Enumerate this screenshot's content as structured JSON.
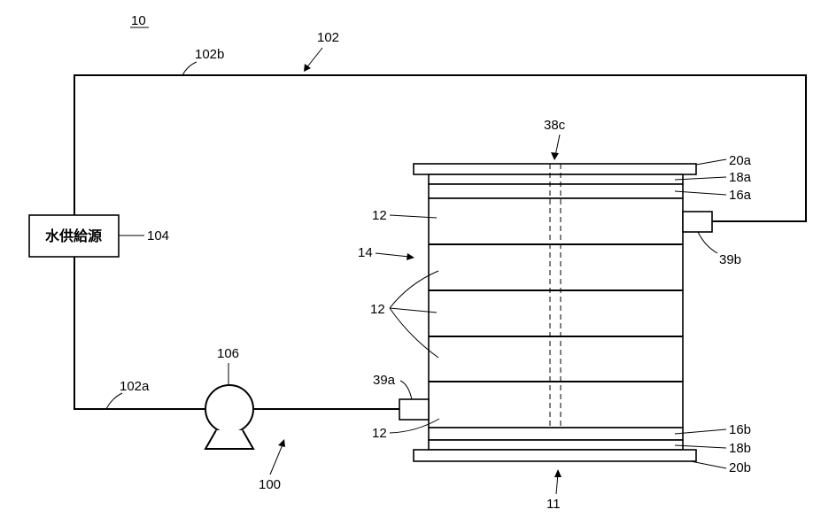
{
  "labels": {
    "system": "10",
    "outer_pipe": "102",
    "pipe_upper": "102b",
    "pipe_lower": "102a",
    "water_source_ref": "104",
    "water_source_text": "水供給源",
    "pump": "106",
    "pump_unit": "100",
    "stack": "11",
    "stack_body": "14",
    "cell": "12",
    "cell_group": "12",
    "cell_top": "12",
    "cell_bottom": "12",
    "shaft": "38c",
    "end_plate_top": "20a",
    "insulator_top": "18a",
    "terminal_top": "16a",
    "port_outlet": "39b",
    "port_inlet": "39a",
    "terminal_bottom": "16b",
    "insulator_bottom": "18b",
    "end_plate_bottom": "20b"
  }
}
